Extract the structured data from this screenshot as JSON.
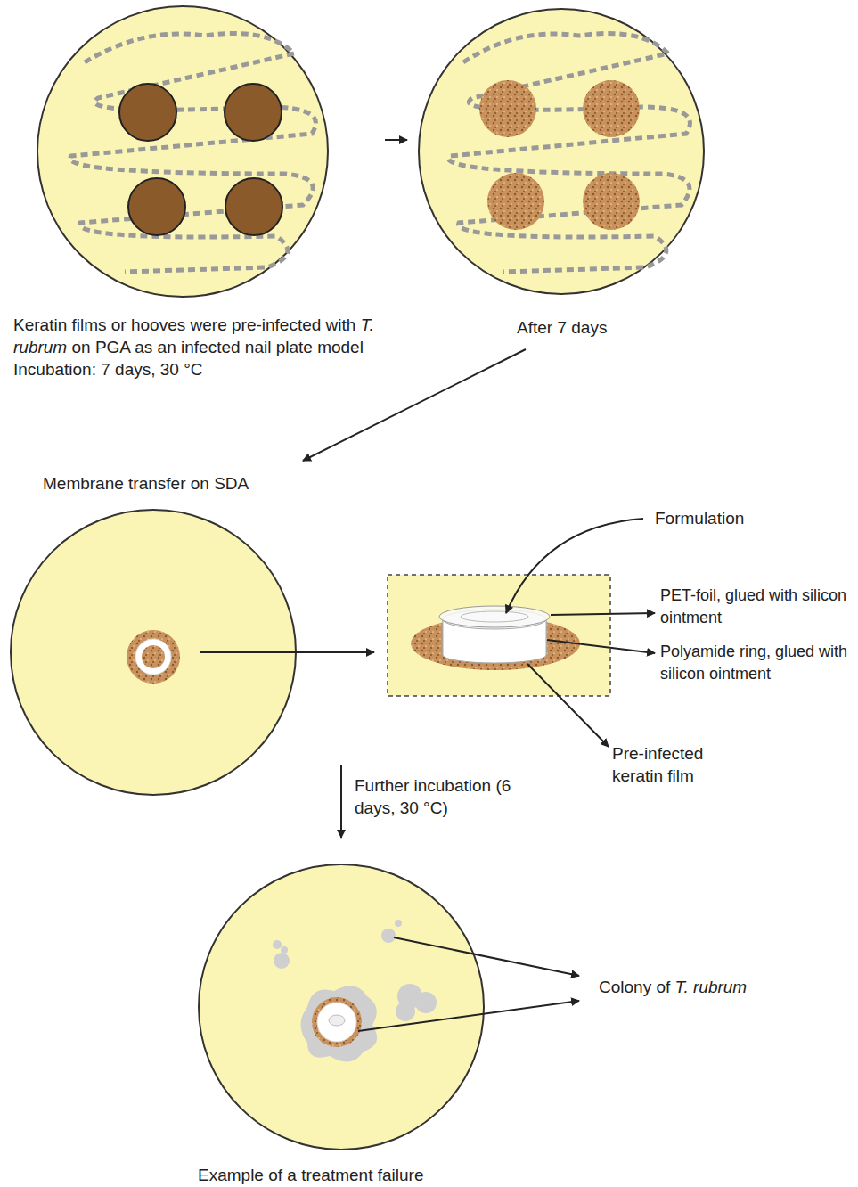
{
  "diagram": {
    "labels": [
      "Keratin films or hooves were pre-infected with",
      "T. rubrum",
      "on PGA as an infected nail plate model",
      "Incubation: 7 days, 30 °C",
      "After 7 days",
      "Membrane transfer on SDA",
      "Formulation",
      "PET-foil, glued with silicon ointment",
      "Polyamide ring, glued with silicon ointment",
      "Pre-infected keratin film",
      "Further incubation (6 days, 30 °C)",
      "Colony of",
      "T. rubrum",
      "Example of a treatment failure"
    ]
  }
}
